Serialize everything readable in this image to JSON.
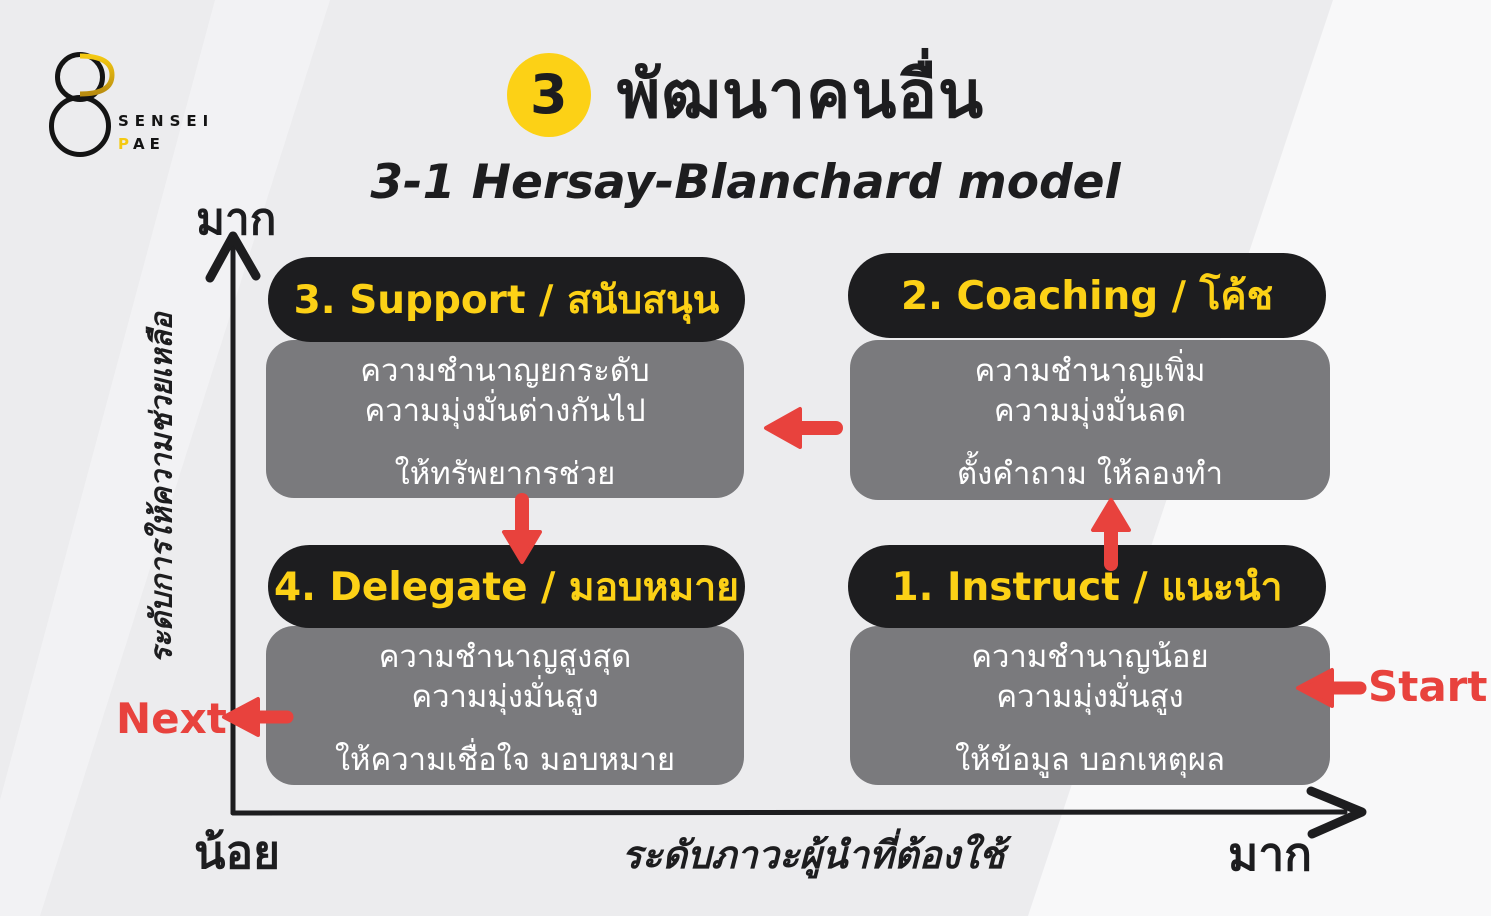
{
  "brand": {
    "name_top": "SENSEI",
    "name_bottom_p": "P",
    "name_bottom_ae": "AE"
  },
  "header": {
    "badge_number": "3",
    "title": "พัฒนาคนอื่น",
    "subtitle": "3-1 Hersay-Blanchard model"
  },
  "axes": {
    "y_max_label": "มาก",
    "y_title": "ระดับการให้ความช่วยเหลือ",
    "origin_label": "น้อย",
    "x_title": "ระดับภาวะผู้นำที่ต้องใช้",
    "x_max_label": "มาก"
  },
  "quadrants": [
    {
      "title": "3. Support / สนับสนุน",
      "line1": "ความชำนาญยกระดับ",
      "line2": "ความมุ่งมั่นต่างกันไป",
      "action": "ให้ทรัพยากรช่วย"
    },
    {
      "title": "2. Coaching / โค้ช",
      "line1": "ความชำนาญเพิ่ม",
      "line2": "ความมุ่งมั่นลด",
      "action": "ตั้งคำถาม ให้ลองทำ"
    },
    {
      "title": "4. Delegate / มอบหมาย",
      "line1": "ความชำนาญสูงสุด",
      "line2": "ความมุ่งมั่นสูง",
      "action": "ให้ความเชื่อใจ มอบหมาย"
    },
    {
      "title": "1. Instruct / แนะนำ",
      "line1": "ความชำนาญน้อย",
      "line2": "ความมุ่งมั่นสูง",
      "action": "ให้ข้อมูล บอกเหตุผล"
    }
  ],
  "annotations": {
    "start_label": "Start",
    "next_label": "Next"
  },
  "colors": {
    "accent_yellow": "#fcd116",
    "pill_black": "#1d1d1f",
    "box_gray": "#7a7a7d",
    "arrow_red": "#e8423d",
    "background": "#ececee"
  }
}
